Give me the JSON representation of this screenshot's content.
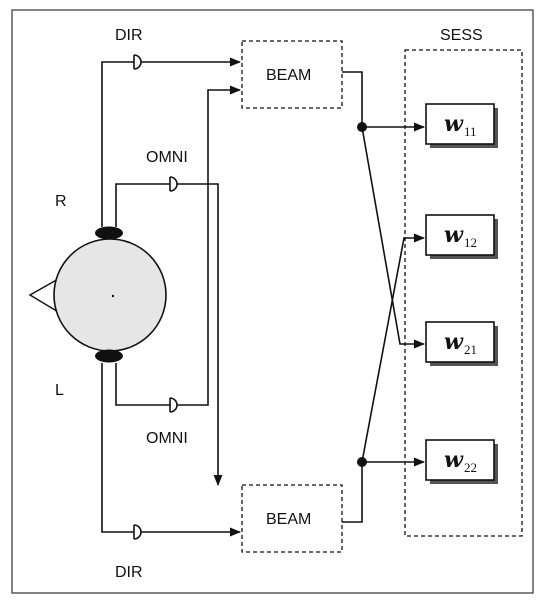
{
  "labels": {
    "sess": "SESS",
    "dir_top": "DIR",
    "dir_bottom": "DIR",
    "omni_top": "OMNI",
    "omni_bottom": "OMNI",
    "right": "R",
    "left": "L",
    "beam_top": "BEAM",
    "beam_bottom": "BEAM"
  },
  "weights": [
    {
      "base": "w",
      "sub": "11"
    },
    {
      "base": "w",
      "sub": "12"
    },
    {
      "base": "w",
      "sub": "21"
    },
    {
      "base": "w",
      "sub": "22"
    }
  ]
}
